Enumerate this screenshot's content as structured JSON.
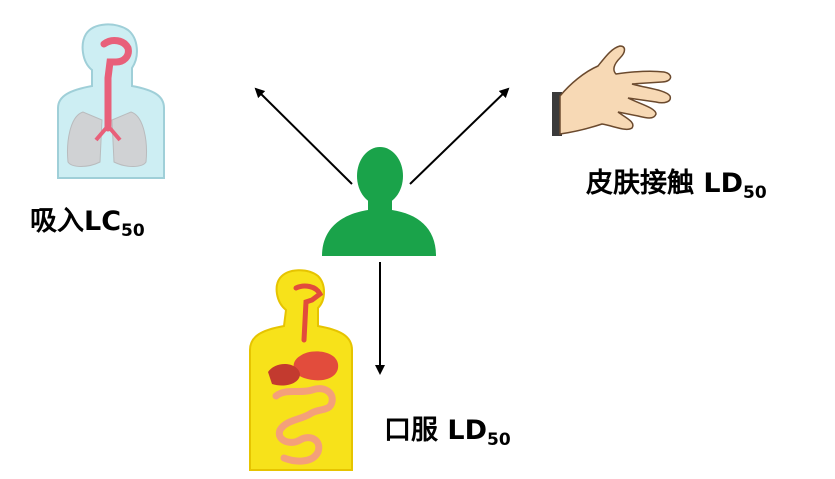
{
  "labels": {
    "inhalation": {
      "text": "吸入LC",
      "sub": "50"
    },
    "dermal": {
      "text": "皮肤接触 LD",
      "sub": "50"
    },
    "oral": {
      "text": "口服 LD",
      "sub": "50"
    }
  },
  "colors": {
    "person": "#1aa34a",
    "lung_body": "#cdeef3",
    "lung_outline": "#9fcfd8",
    "lungs": "#d0d2d4",
    "airway": "#e8607a",
    "digestive_body": "#f7e21a",
    "digestive_outline": "#e6c400",
    "digestive_organs": "#e24c3c",
    "intestine": "#f4a07a",
    "skin": "#f7d9b5",
    "sleeve": "#3a3a3a",
    "arrow": "#000000"
  },
  "icons": {
    "center": "person-silhouette-icon",
    "inhalation": "respiratory-system-icon",
    "dermal": "hand-icon",
    "oral": "digestive-system-icon"
  }
}
